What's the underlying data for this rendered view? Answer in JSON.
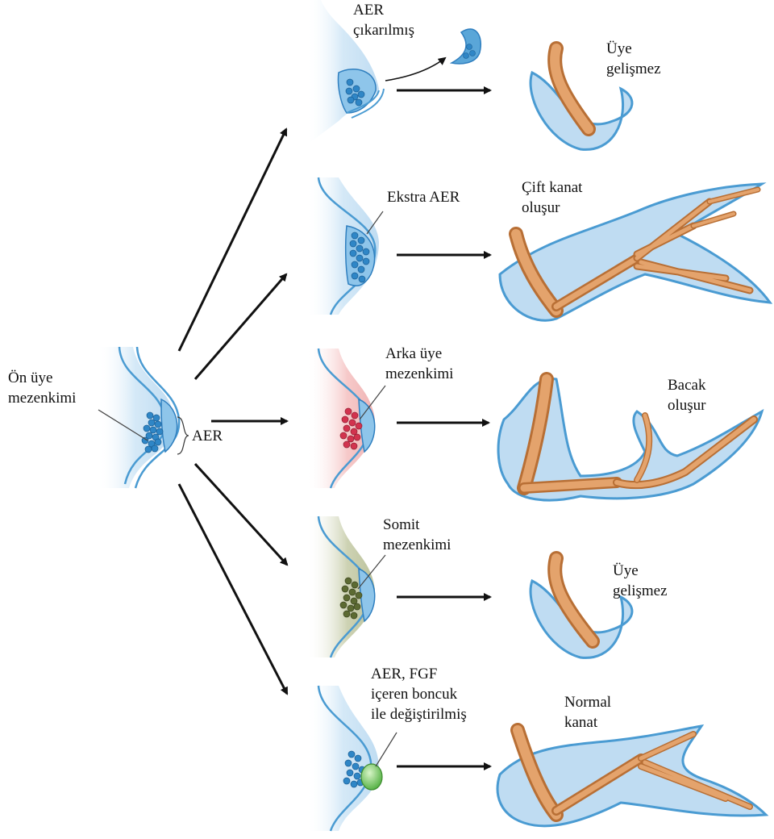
{
  "labels": {
    "on_uye": "Ön üye",
    "mezenkimi_left": "mezenkimi",
    "aer_bracket": "AER",
    "aer_cikarilmis_1": "AER",
    "aer_cikarilmis_2": "çıkarılmış",
    "ekstra_aer": "Ekstra AER",
    "arka_uye_1": "Arka üye",
    "arka_uye_2": "mezenkimi",
    "somit_1": "Somit",
    "somit_2": "mezenkimi",
    "fgf_1": "AER, FGF",
    "fgf_2": "içeren boncuk",
    "fgf_3": "ile değiştirilmiş",
    "uye_1a": "Üye",
    "uye_1b": "gelişmez",
    "cift_1": "Çift kanat",
    "cift_2": "oluşur",
    "bacak_1": "Bacak",
    "bacak_2": "oluşur",
    "uye_2a": "Üye",
    "uye_2b": "gelişmez",
    "normal_1": "Normal",
    "normal_2": "kanat"
  },
  "colors": {
    "ectoderm_blue": "#5aa6d8",
    "mesenchyme_light_blue": "#cfe6f6",
    "cells_blue": "#2f86c6",
    "hindlimb_pink": "#f2b9b9",
    "hindlimb_cells": "#d2334e",
    "somite_green": "#c7ccad",
    "somite_cells": "#5c6a32",
    "bead_green": "#7fcf6a",
    "bone_orange": "#d7935a",
    "arrow_black": "#111111"
  }
}
